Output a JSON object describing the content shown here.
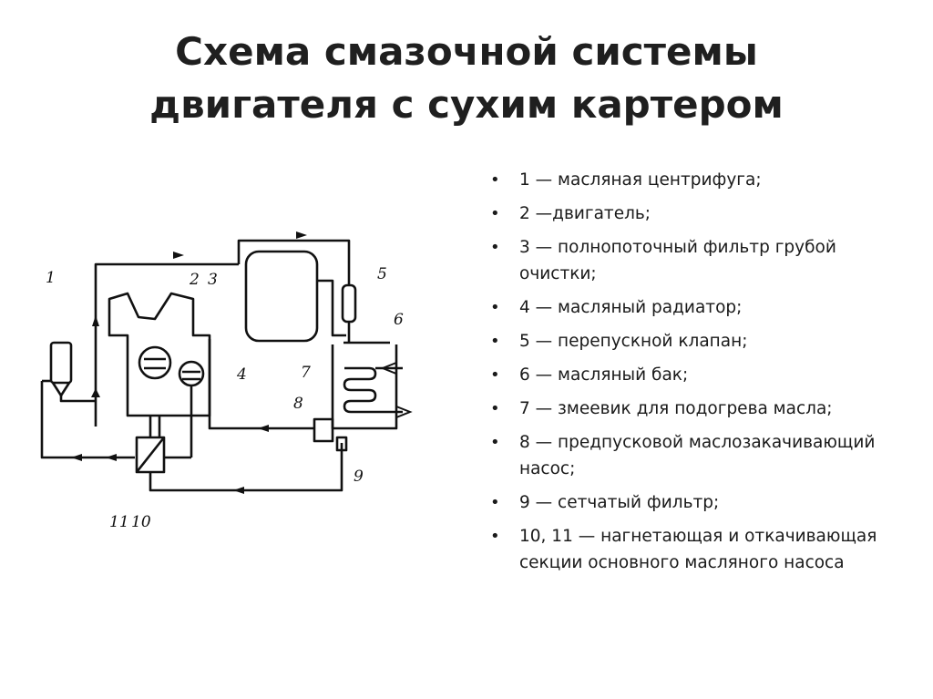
{
  "title": {
    "line1": "Схема смазочной системы",
    "line2": "двигателя с сухим картером"
  },
  "diagram": {
    "labels": [
      "1",
      "2",
      "3",
      "4",
      "5",
      "6",
      "7",
      "8",
      "9",
      "10",
      "11"
    ]
  },
  "legend": [
    "1 — масляная центрифуга;",
    " 2 —двигатель;",
    "3 — полнопоточный фильтр грубой очистки;",
    " 4 — масляный радиатор;",
    "5 — перепускной клапан;",
    " 6 — масляный бак;",
    " 7 — змеевик для подогрева масла;",
    "8 — предпусковой маслозакачивающий насос;",
    "9 —  сетчатый фильтр;",
    "10, 11 — нагнетающая и откачивающая секции основного масляного насоса"
  ]
}
